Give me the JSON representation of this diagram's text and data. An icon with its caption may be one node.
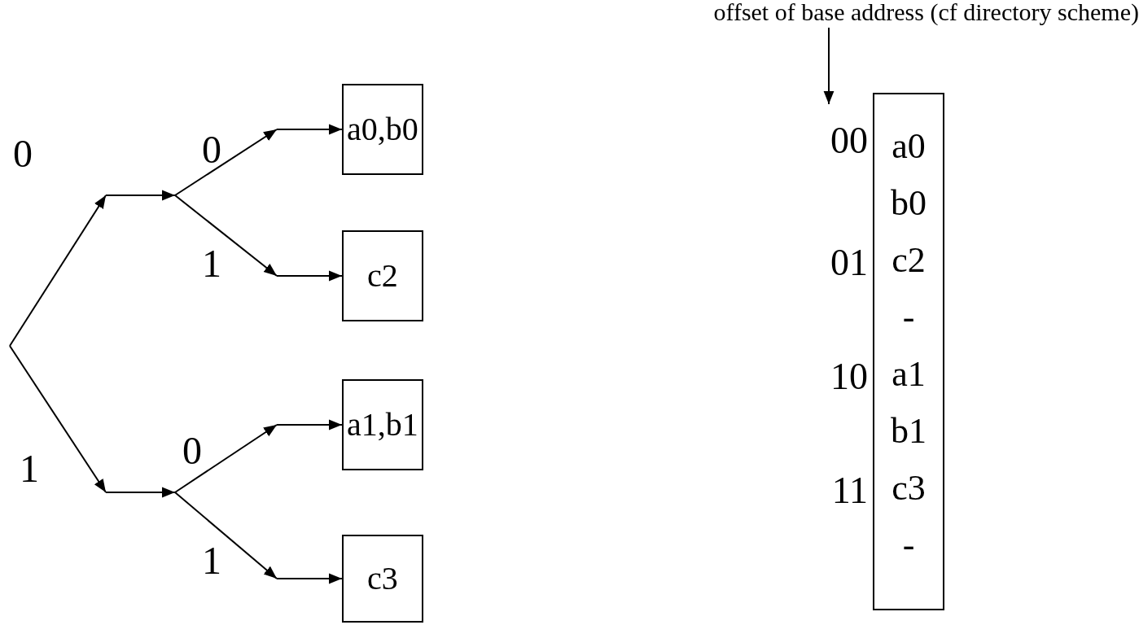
{
  "diagram": {
    "nodes": [
      {
        "text": [
          "a0,b0"
        ]
      },
      {
        "text": [
          "c2"
        ]
      },
      {
        "text": [
          "a1,b1"
        ]
      },
      {
        "text": [
          "c3"
        ]
      },
      {
        "text": [
          "offset of base address (cf directory scheme)"
        ]
      },
      {
        "text": [
          "a0",
          "b0",
          "c2",
          "-",
          "a1",
          "b1",
          "c3",
          "-"
        ]
      },
      {
        "text": [
          "00"
        ]
      },
      {
        "text": [
          "01"
        ]
      },
      {
        "text": [
          "10"
        ]
      },
      {
        "text": [
          "11"
        ]
      }
    ],
    "edges": [
      {
        "from": null,
        "to": 0,
        "arrow": "to"
      },
      {
        "from": null,
        "to": 1,
        "arrow": "to"
      },
      {
        "from": null,
        "to": 2,
        "arrow": "to"
      },
      {
        "from": null,
        "to": 3,
        "arrow": "to"
      },
      {
        "from": 4,
        "to": 6,
        "arrow": "to"
      }
    ],
    "labels": [
      "0",
      "0",
      "1",
      "1",
      "0",
      "1"
    ]
  }
}
